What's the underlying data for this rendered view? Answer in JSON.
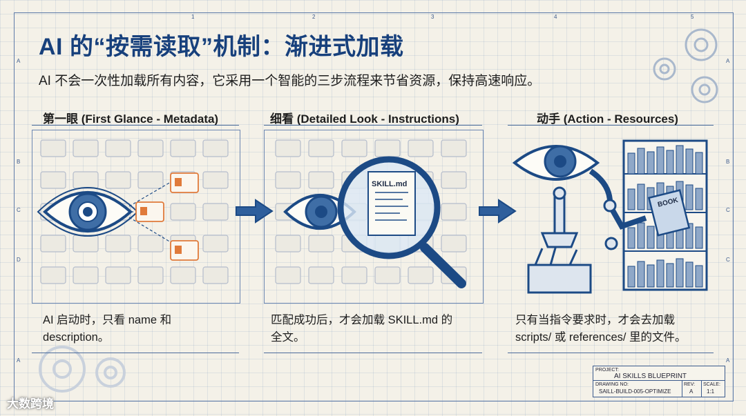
{
  "title": "AI 的“按需读取”机制：渐进式加载",
  "subtitle": "AI 不会一次性加载所有内容，它采用一个智能的三步流程来节省资源，保持高速响应。",
  "panels": [
    {
      "title": "第一眼 (First Glance - Metadata)",
      "caption": [
        "AI 启动时，只看 name 和",
        "description。"
      ]
    },
    {
      "title": "细看 (Detailed Look - Instructions)",
      "caption": [
        "匹配成功后，才会加载 SKILL.md 的",
        "全文。"
      ],
      "doc_label": "SKILL.md"
    },
    {
      "title": "动手 (Action - Resources)",
      "caption": [
        "只有当指令要求时，才会去加载",
        "scripts/ 或 references/ 里的文件。"
      ],
      "book_label": "BOOK"
    }
  ],
  "ruler": {
    "top": [
      "1",
      "2",
      "3",
      "4",
      "5"
    ],
    "left": [
      "A",
      "B",
      "C",
      "D",
      "A"
    ],
    "right": [
      "A",
      "B",
      "C",
      "C",
      "A"
    ]
  },
  "title_block": {
    "project_label": "PROJECT:",
    "project": "AI SKILLS BLUEPRINT",
    "drawing_label": "DRAWING NO:",
    "drawing": "SAILL-BUILD-005-OPTIMIZE",
    "rev_label": "REV:",
    "rev": "A",
    "scale_label": "SCALE:",
    "scale": "1:1"
  },
  "watermark": "大数跨境",
  "colors": {
    "blueprint": "#1c4a85",
    "accent": "#e07a3a",
    "paper": "#f4f1e8"
  }
}
